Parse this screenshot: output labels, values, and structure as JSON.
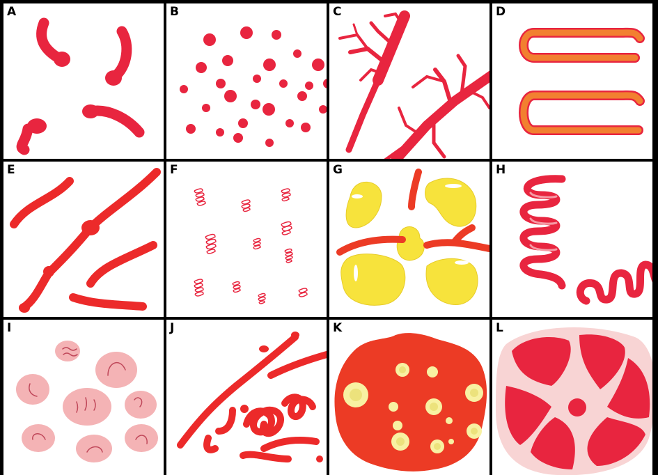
{
  "colors": {
    "red": "#e8253f",
    "bright_red": "#ec2a2a",
    "orange_red": "#ec3b25",
    "orange": "#f28030",
    "yellow": "#f7e33c",
    "pale_yellow": "#f8f1a2",
    "pink": "#f4b3b5",
    "light_pink": "#f8d4d4",
    "border": "#000000",
    "background": "#ffffff"
  },
  "panels": [
    {
      "label": "A"
    },
    {
      "label": "B"
    },
    {
      "label": "C"
    },
    {
      "label": "D"
    },
    {
      "label": "E"
    },
    {
      "label": "F"
    },
    {
      "label": "G"
    },
    {
      "label": "H"
    },
    {
      "label": "I"
    },
    {
      "label": "J"
    },
    {
      "label": "K"
    },
    {
      "label": "L"
    }
  ]
}
